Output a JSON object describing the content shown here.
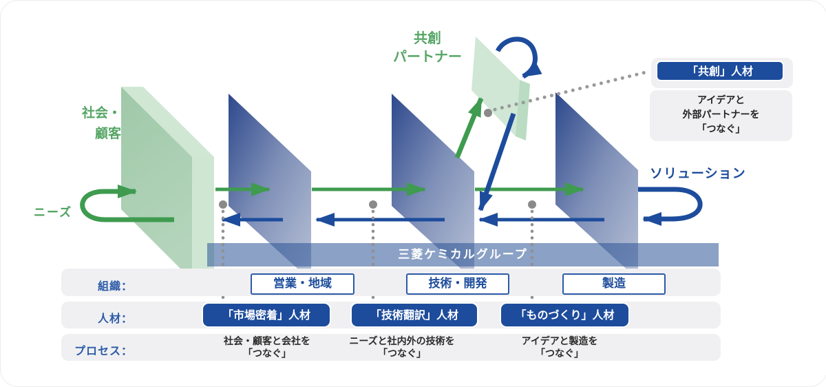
{
  "labels": {
    "society_line1": "社会・",
    "society_line2": "顧客",
    "needs": "ニーズ",
    "cocreation_line1": "共創",
    "cocreation_line2": "パートナー",
    "solution": "ソリューション",
    "company_band": "三菱ケミカルグループ"
  },
  "callout": {
    "badge": "「共創」人材",
    "body_line1": "アイデアと",
    "body_line2": "外部パートナーを",
    "body_line3": "「つなぐ」"
  },
  "rows": {
    "org": {
      "label": "組織：",
      "boxes": [
        "営業・地域",
        "技術・開発",
        "製造"
      ]
    },
    "talent": {
      "label": "人材：",
      "boxes": [
        "「市場密着」人材",
        "「技術翻訳」人材",
        "「ものづくり」人材"
      ]
    },
    "process": {
      "label": "プロセス：",
      "items": [
        {
          "line1": "社会・顧客と会社を",
          "line2": "「つなぐ」"
        },
        {
          "line1": "ニーズと社内外の技術を",
          "line2": "「つなぐ」"
        },
        {
          "line1": "アイデアと製造を",
          "line2": "「つなぐ」"
        }
      ]
    }
  },
  "colors": {
    "green_text": "#55a565",
    "green_arrow": "#3f9b4f",
    "blue": "#1d4c9c",
    "row_label_blue": "#2b5aa7",
    "band_fill": "#2c5496",
    "green_panel": "#a6cdae",
    "green_panel_light": "#d0e7d4",
    "blue_panel_dark": "#2d488c",
    "blue_panel_light": "#b3bdd4",
    "row_bg": "#f0f0f2",
    "dot_gray": "#8a8a8a"
  }
}
